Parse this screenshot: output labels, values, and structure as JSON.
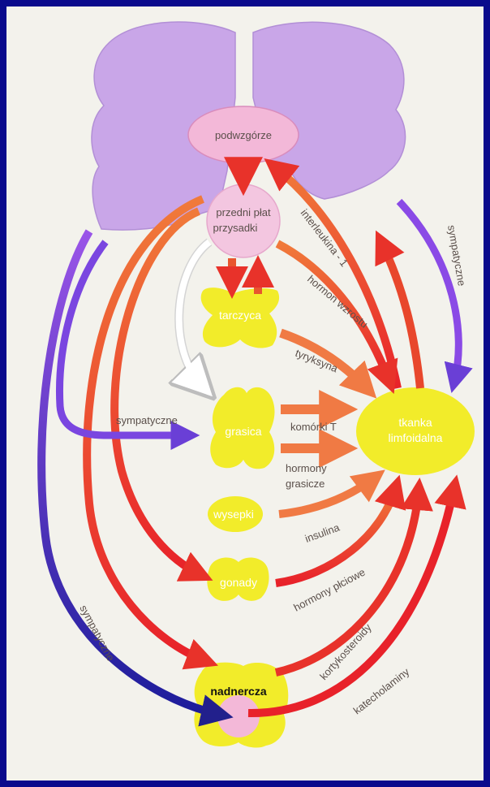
{
  "organs": {
    "hypothalamus": "podwzgórze",
    "pituitary_line1": "przedni płat",
    "pituitary_line2": "przysadki",
    "thyroid": "tarczyca",
    "thymus": "grasica",
    "islets": "wysepki",
    "gonads": "gonady",
    "adrenal": "nadnercza",
    "lymphoid_line1": "tkanka",
    "lymphoid_line2": "limfoidalna"
  },
  "arrow_labels": {
    "interleukin": "interleukina - 1",
    "growth_hormone": "hormon wzrostu",
    "thyroxine": "tyryksyna",
    "t_cells": "komórki T",
    "thymic_hormones_line1": "hormony",
    "thymic_hormones_line2": "grasicze",
    "insulin": "insulina",
    "sex_hormones": "hormony płciowe",
    "corticosteroids": "kortykosteroidy",
    "catecholamines": "katecholaminy",
    "sympathetic_right": "sympatyczne",
    "sympathetic_middle": "sympatyczne",
    "sympathetic_left": "sympatyczne"
  },
  "colors": {
    "brain": "#c9a6e8",
    "hypothalamus": "#f3b8d8",
    "gland_yellow": "#f2ec2a",
    "arrow_red": "#ef4a2e",
    "arrow_orange": "#f08a48",
    "arrow_purple": "#6a3fd6",
    "background": "#0a0a8c"
  }
}
